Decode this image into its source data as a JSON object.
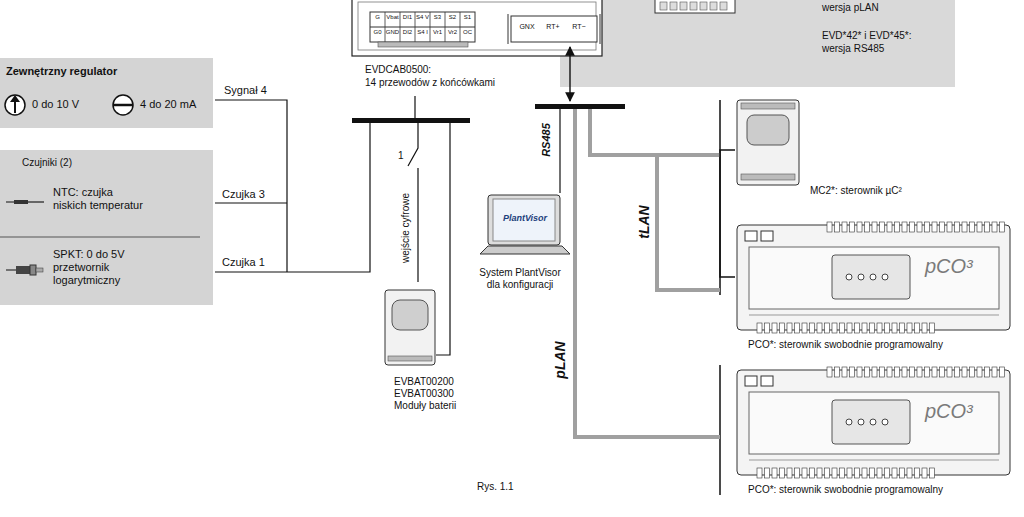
{
  "diagram": {
    "caption": "Rys. 1.1",
    "nodes": [
      {
        "text": [
          "Zewnętrzny regulator",
          "0 do 10 V",
          "4 do 20 mA"
        ]
      },
      {
        "text": [
          "Czujniki (2)",
          "NTC: czujka niskich temperatur",
          "SPKT: 0 do 5V przetwornik logarytmiczny"
        ]
      },
      {
        "text": [
          "EVBAT00200 EVBAT00300 Moduły baterii"
        ]
      },
      {
        "text": [
          "PlantVisor",
          "System PlantVisor dla konfiguracji"
        ]
      },
      {
        "text": [
          "MC2*: sterownik µC²"
        ]
      },
      {
        "text": [
          "pCO³",
          "PCO*: sterownik swobodnie programowalny"
        ]
      },
      {
        "text": [
          "pCO³",
          "PCO*: sterownik swobodnie programowalny"
        ]
      },
      {
        "text": [
          "wersja pLAN",
          "EVD*42* i EVD*45*:",
          "wersja RS485"
        ]
      }
    ],
    "edges": [
      {
        "from": 4,
        "to": 5,
        "arrow": "none"
      }
    ],
    "labels": [
      "G",
      "Vbat",
      "DI1",
      "S4 V",
      "S3",
      "S2",
      "S1",
      "G0",
      "GND",
      "DI2",
      "S4 I",
      "Vr1",
      "Vr2",
      "OC",
      "GNX",
      "RT+",
      "RT−",
      "EVDCAB0500:",
      "14 przewodów z końcówkami",
      "Sygnał 4",
      "Czujka 3",
      "Czujka 1",
      "1",
      "wejście cyfrowe",
      "RS485",
      "tLAN",
      "pLAN"
    ]
  }
}
